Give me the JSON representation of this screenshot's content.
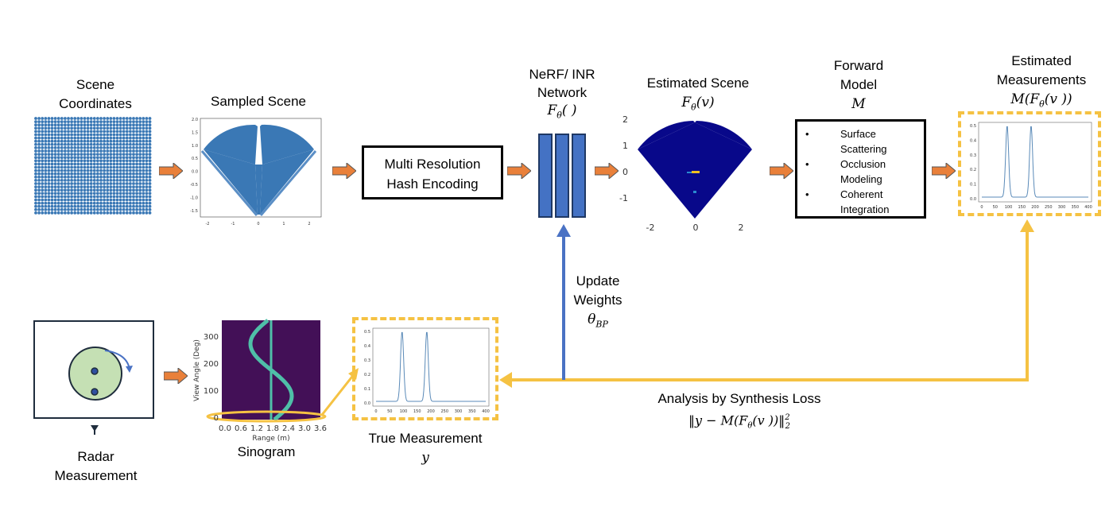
{
  "labels": {
    "scene_coords": [
      "Scene",
      "Coordinates"
    ],
    "sampled_scene": "Sampled Scene",
    "hash_encoding": [
      "Multi Resolution",
      "Hash Encoding"
    ],
    "nerf": [
      "NeRF/ INR",
      "Network"
    ],
    "nerf_math": "F_θ( )",
    "estimated_scene": "Estimated Scene",
    "estimated_scene_math": "F_θ(v)",
    "forward_model": [
      "Forward",
      "Model"
    ],
    "forward_model_math": "M",
    "forward_items": [
      "Surface Scattering",
      "Occlusion Modeling",
      "Coherent Integration"
    ],
    "estimated_meas": [
      "Estimated",
      "Measurements"
    ],
    "estimated_meas_math": "M(F_θ(v ))",
    "update": [
      "Update",
      "Weights"
    ],
    "update_math": "θ_BP",
    "radar": [
      "Radar",
      "Measurement"
    ],
    "sinogram": "Sinogram",
    "true_meas": "True Measurement",
    "true_meas_math": "y",
    "loss_title": "Analysis by Synthesis Loss",
    "loss_math": "‖y − M(F_θ(v ))‖²₂"
  },
  "axes": {
    "sampled_y": [
      "2.0",
      "1.5",
      "1.0",
      "0.5",
      "0.0",
      "-0.5",
      "-1.0",
      "-1.5"
    ],
    "sampled_x": [
      "-2",
      "-1",
      "0",
      "1",
      "2"
    ],
    "est_y": [
      "2",
      "1",
      "0",
      "-1"
    ],
    "est_x": [
      "-2",
      "0",
      "2"
    ],
    "sino_y_label": "View Angle (Deg)",
    "sino_y": [
      "300",
      "200",
      "100",
      "0"
    ],
    "sino_x_label": "Range (m)",
    "sino_x": [
      "0.0",
      "0.6",
      "1.2",
      "1.8",
      "2.4",
      "3.0",
      "3.6"
    ],
    "meas_y": [
      "0.5",
      "0.4",
      "0.3",
      "0.2",
      "0.1",
      "0.0"
    ],
    "meas_x": [
      "0",
      "50",
      "100",
      "150",
      "200",
      "250",
      "300",
      "350",
      "400"
    ]
  },
  "colors": {
    "orange_arrow": "#e9803a",
    "yellow": "#f5c243",
    "blue_arrow": "#4a72c4",
    "network_fill": "#4472c4",
    "scene_blue": "#3a78b5",
    "est_blue": "#08088a",
    "sinogram_bg": "#431057",
    "sinogram_line": "#4fbfa8"
  }
}
